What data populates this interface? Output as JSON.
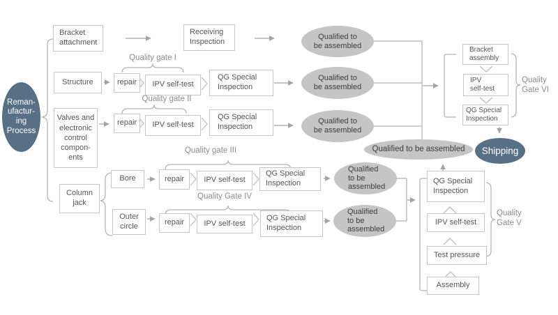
{
  "colors": {
    "dark_node_fill": "#587086",
    "gray_node_fill": "#c5c5c5",
    "box_border": "#c6c6c6",
    "line": "#adadad",
    "box_text": "#555555",
    "gate_label_text": "#8c8c8c"
  },
  "source": {
    "label": "Reman-\nufactur-\ning\nProcess"
  },
  "flow1": {
    "bracket_attachment": "Bracket\nattachment",
    "receiving_inspection": "Receiving\nInspection"
  },
  "inputs": {
    "structure": "Structure",
    "valves": "Valves and\nelectronic\ncontrol\ncompon-\nents",
    "column_jack": "Column\njack",
    "bore": "Bore",
    "outer_circle": "Outer\ncircle"
  },
  "steps": {
    "repair": "repair",
    "ipv": "IPV self-test",
    "qg_special": "QG Special\nInspection"
  },
  "qualified": {
    "two_line": "Qualified to\nbe assembled",
    "three_line": "Qualified\nto be\nassembled",
    "one_line": "Qualified to be assembled"
  },
  "gates": {
    "g1": "Quality gate I",
    "g2": "Quality gate II",
    "g3": "Quality gate III",
    "g4": "Quality Gate IV",
    "g5": "Quality\nGate V",
    "g6": "Quality\nGate VI"
  },
  "gate6_boxes": [
    "Bracket\nassembly",
    "IPV\nself-test",
    "QG Special\nInspection"
  ],
  "gate5_boxes": [
    "QG Special\nInspection",
    "IPV self-test",
    "Test pressure",
    "Assembly"
  ],
  "shipping": {
    "label": "Shipping"
  }
}
